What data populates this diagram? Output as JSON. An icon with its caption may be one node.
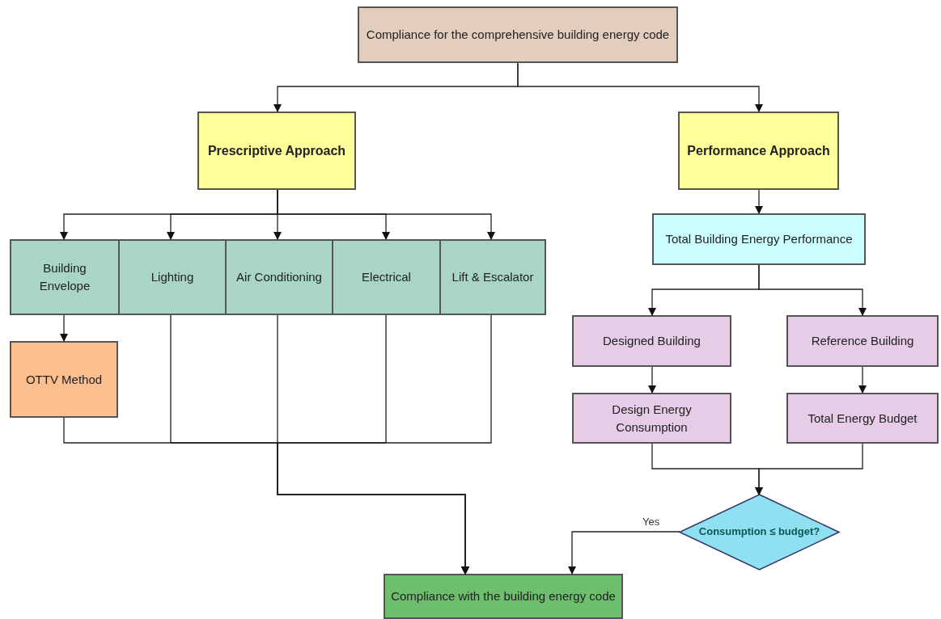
{
  "diagram": {
    "nodes": [
      {
        "text": [
          "Compliance for the comprehensive building energy code"
        ]
      },
      {
        "text": [
          "Prescriptive Approach"
        ]
      },
      {
        "text": [
          "Performance Approach"
        ]
      },
      {
        "text": [
          "Building Envelope"
        ]
      },
      {
        "text": [
          "Lighting"
        ]
      },
      {
        "text": [
          "Air Conditioning"
        ]
      },
      {
        "text": [
          "Electrical"
        ]
      },
      {
        "text": [
          "Lift & Escalator"
        ]
      },
      {
        "text": [
          "OTTV Method"
        ]
      },
      {
        "text": [
          "Total Building Energy Performance"
        ]
      },
      {
        "text": [
          "Designed Building"
        ]
      },
      {
        "text": [
          "Reference Building"
        ]
      },
      {
        "text": [
          "Design Energy Consumption"
        ]
      },
      {
        "text": [
          "Total Energy Budget"
        ]
      },
      {
        "text": [
          "Consumption ≤ budget?"
        ]
      },
      {
        "text": [
          "Compliance with the building energy code"
        ]
      }
    ],
    "edges": [
      {
        "from": 0,
        "to": 1,
        "arrow": "to"
      },
      {
        "from": 0,
        "to": 2,
        "arrow": "to"
      },
      {
        "from": 1,
        "to": 3,
        "arrow": "to"
      },
      {
        "from": 1,
        "to": 4,
        "arrow": "to"
      },
      {
        "from": 1,
        "to": 5,
        "arrow": "to"
      },
      {
        "from": 1,
        "to": 6,
        "arrow": "to"
      },
      {
        "from": 1,
        "to": 7,
        "arrow": "to"
      },
      {
        "from": 3,
        "to": 8,
        "arrow": "to"
      },
      {
        "from": 2,
        "to": 9,
        "arrow": "to"
      },
      {
        "from": 9,
        "to": 10,
        "arrow": "to"
      },
      {
        "from": 9,
        "to": 11,
        "arrow": "to"
      },
      {
        "from": 10,
        "to": 12,
        "arrow": "to"
      },
      {
        "from": 11,
        "to": 13,
        "arrow": "to"
      },
      {
        "from": 12,
        "to": 14,
        "arrow": "to"
      },
      {
        "from": 13,
        "to": 14,
        "arrow": "to"
      },
      {
        "from": 14,
        "to": 15,
        "label": "Yes",
        "arrow": "to"
      },
      {
        "from": 8,
        "to": 15,
        "arrow": "to"
      },
      {
        "from": 4,
        "to": 15,
        "arrow": "to"
      },
      {
        "from": 5,
        "to": 15,
        "arrow": "to"
      },
      {
        "from": 6,
        "to": 15,
        "arrow": "to"
      },
      {
        "from": 7,
        "to": 15,
        "arrow": "to"
      }
    ]
  }
}
